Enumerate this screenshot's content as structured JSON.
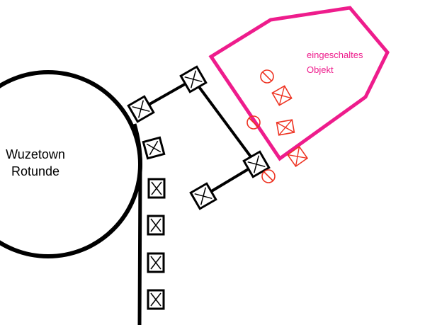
{
  "rotunda": {
    "name_line1": "Wuzetown",
    "name_line2": "Rotunde"
  },
  "selection": {
    "label_line1": "eingeschaltes",
    "label_line2": "Objekt"
  },
  "colors": {
    "outline": "#000000",
    "selection": "#ee1c8c",
    "marker": "#ee3322",
    "background": "#ffffff"
  },
  "legend_icons": {
    "node": "square-with-x-icon",
    "marker_circle": "circle-with-slash-icon",
    "marker_square": "square-with-x-icon"
  }
}
